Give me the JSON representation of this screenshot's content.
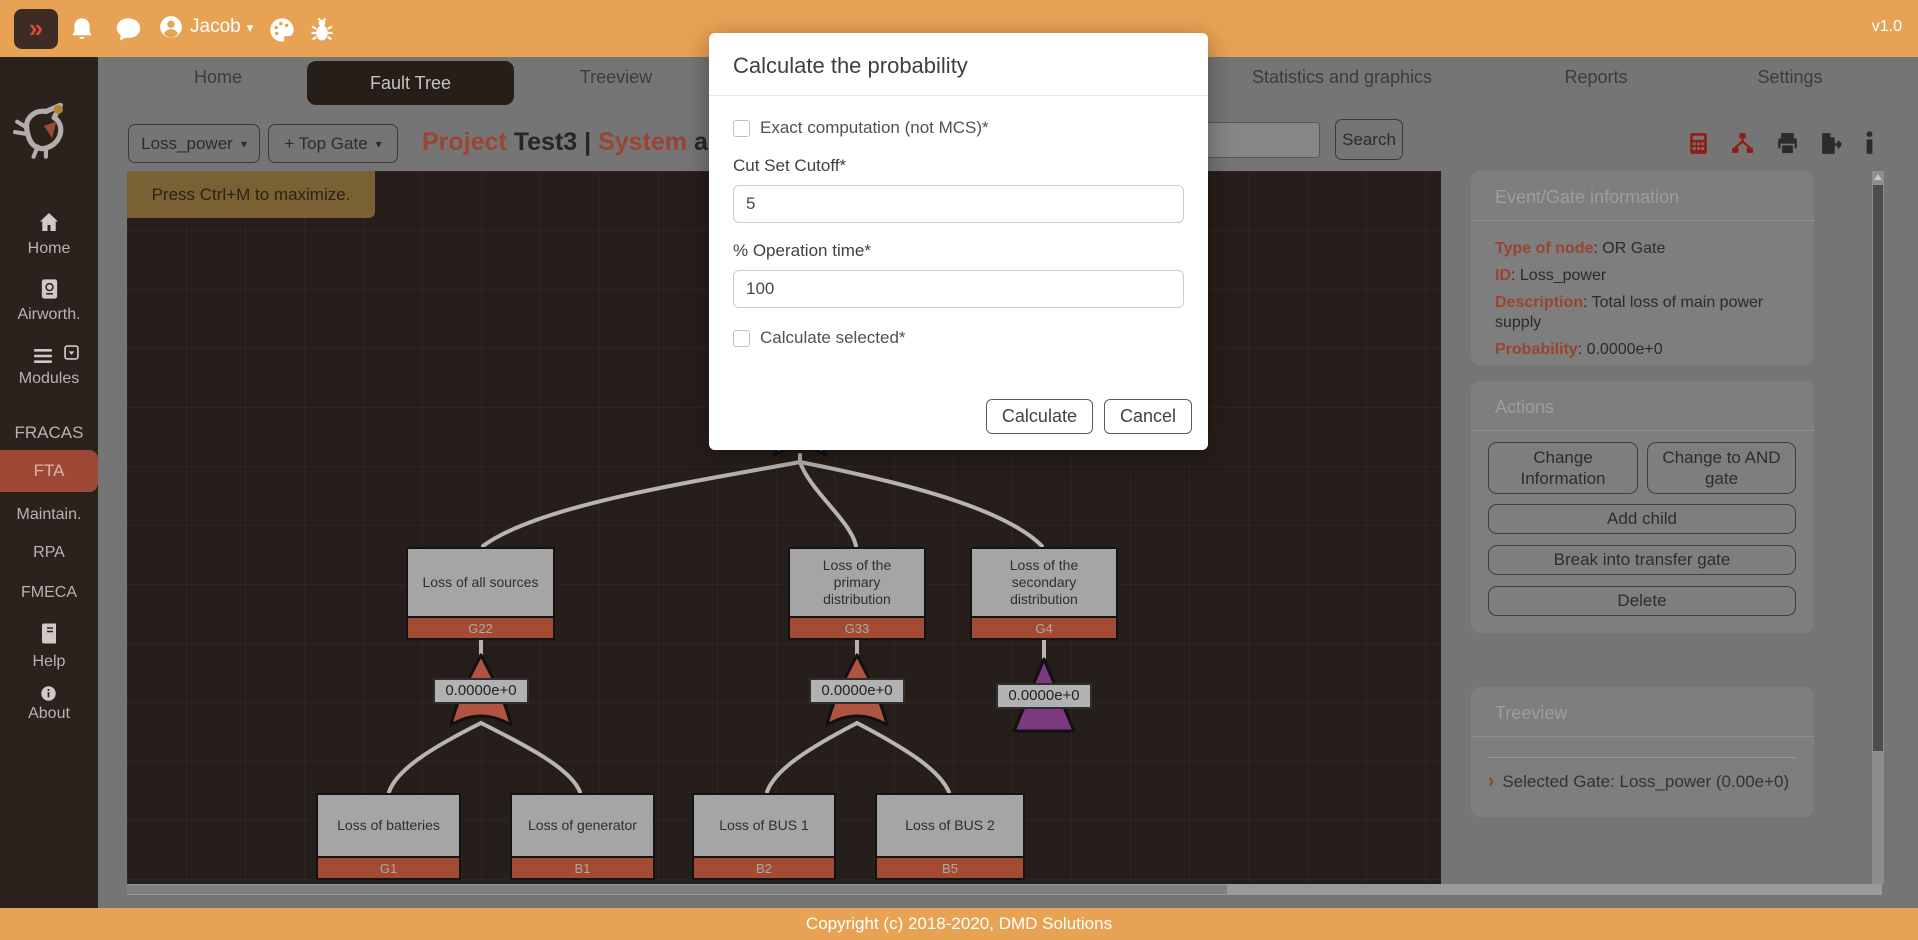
{
  "glyphs": {
    "collapse": "»",
    "caret_down": "▾",
    "chevron_right": "›"
  },
  "colors": {
    "accent_orange": "#e8a254",
    "sidebar_bg": "#2b221d",
    "active_item_red": "#9e4936",
    "node_id_bar": "#a34b33",
    "or_gate": "#b0543f",
    "transfer_triangle": "#7b3a80",
    "selected_gate_blue": "#2b6fc9",
    "heading_red": "#9a4433"
  },
  "topbar": {
    "username": "Jacob",
    "version": "v1.0"
  },
  "sidebar": {
    "items": [
      {
        "label": "Home"
      },
      {
        "label": "Airworth."
      },
      {
        "label": "Modules"
      },
      {
        "label": "FRACAS"
      },
      {
        "label": "FTA"
      },
      {
        "label": "Maintain."
      },
      {
        "label": "RPA"
      },
      {
        "label": "FMECA"
      },
      {
        "label": "Help"
      },
      {
        "label": "About"
      }
    ]
  },
  "nav": {
    "tabs": [
      {
        "label": "Home"
      },
      {
        "label": "Fault Tree"
      },
      {
        "label": "Treeview"
      },
      {
        "label": "Statistics and graphics"
      },
      {
        "label": "Reports"
      },
      {
        "label": "Settings"
      }
    ]
  },
  "toolbar": {
    "gate_selector": "Loss_power",
    "add_top_gate": "+ Top Gate",
    "title": {
      "project_label": "Project",
      "project_name": "Test3",
      "separator": "|",
      "system_label": "System",
      "system_partial": "a"
    },
    "search_button": "Search"
  },
  "canvas": {
    "maximize_tooltip": "Press Ctrl+M to maximize."
  },
  "tree": {
    "mid_nodes": [
      {
        "label": "Loss of all sources",
        "id": "G22",
        "value": "0.0000e+0",
        "gate": "or"
      },
      {
        "label": "Loss of the primary distribution",
        "id": "G33",
        "value": "0.0000e+0",
        "gate": "or"
      },
      {
        "label": "Loss of the secondary distribution",
        "id": "G4",
        "value": "0.0000e+0",
        "gate": "triangle"
      }
    ],
    "bottom_nodes": [
      {
        "label": "Loss of batteries",
        "id": "G1"
      },
      {
        "label": "Loss of generator",
        "id": "B1"
      },
      {
        "label": "Loss of BUS 1",
        "id": "B2"
      },
      {
        "label": "Loss of BUS 2",
        "id": "B5"
      }
    ]
  },
  "panel": {
    "info": {
      "title": "Event/Gate information",
      "rows": [
        {
          "label": "Type of node",
          "value": ": OR Gate"
        },
        {
          "label": "ID",
          "value": ": Loss_power"
        },
        {
          "label": "Description",
          "value": ": Total loss of main power supply"
        },
        {
          "label": "Probability",
          "value": ": 0.0000e+0"
        }
      ]
    },
    "actions": {
      "title": "Actions",
      "buttons": [
        "Change Information",
        "Change to AND gate",
        "Add child",
        "Break into transfer gate",
        "Delete"
      ]
    },
    "treeview": {
      "title": "Treeview",
      "selected": "Selected Gate: Loss_power (0.00e+0)"
    }
  },
  "modal": {
    "title": "Calculate the probability",
    "exact_checkbox_label": "Exact computation (not MCS)*",
    "cutoff_label": "Cut Set Cutoff*",
    "cutoff_value": "5",
    "optime_label": "% Operation time*",
    "optime_value": "100",
    "selected_checkbox_label": "Calculate selected*",
    "calculate_button": "Calculate",
    "cancel_button": "Cancel"
  },
  "footer": {
    "copyright": "Copyright (c) 2018-2020, DMD Solutions"
  }
}
